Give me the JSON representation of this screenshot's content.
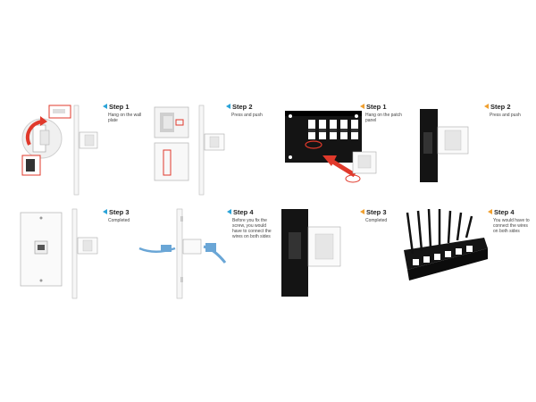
{
  "colors": {
    "blue_accent": "#2aa3d8",
    "orange_accent": "#f0a030",
    "red_arrow": "#e0392b",
    "cable_blue": "#6aa6d6",
    "panel_black": "#141414"
  },
  "panels": [
    {
      "id": "wall-step1",
      "step": "Step 1",
      "desc": "Hang on the wall plate",
      "accent": "blue"
    },
    {
      "id": "wall-step2",
      "step": "Step 2",
      "desc": "Press and push",
      "accent": "blue"
    },
    {
      "id": "patch-step1",
      "step": "Step 1",
      "desc": "Hang on the patch panel",
      "accent": "orange"
    },
    {
      "id": "patch-step2",
      "step": "Step 2",
      "desc": "Press and push",
      "accent": "orange"
    },
    {
      "id": "wall-step3",
      "step": "Step 3",
      "desc": "Completed",
      "accent": "blue"
    },
    {
      "id": "wall-step4",
      "step": "Step 4",
      "desc": "Before you fix the screw, you would have to connect the wires on both sides",
      "accent": "blue"
    },
    {
      "id": "patch-step3",
      "step": "Step 3",
      "desc": "Completed",
      "accent": "orange"
    },
    {
      "id": "patch-step4",
      "step": "Step 4",
      "desc": "You would have to connect the wires on both sides",
      "accent": "orange"
    }
  ],
  "icons": [
    "rotate-arrow-icon",
    "pointer-arrow-icon",
    "highlight-circle-icon",
    "rj45-jack-icon"
  ]
}
